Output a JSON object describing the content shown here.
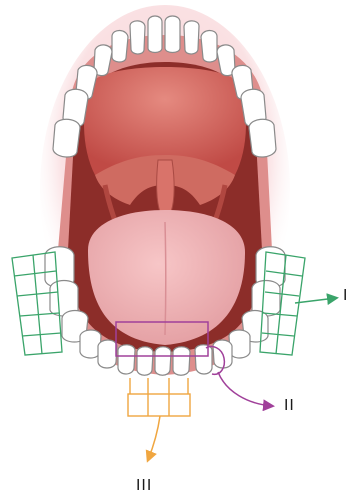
{
  "labels": {
    "region_1": "I",
    "region_2": "II",
    "region_3": "III"
  },
  "colors": {
    "background": "#ffffff",
    "lip_glow": "#f6c9cd",
    "palate": "#c9564f",
    "palate_light": "#e58a80",
    "oral_cavity": "#8c2d29",
    "uvula": "#d9736a",
    "tongue": "#eeb1b4",
    "gum": "#de8e8c",
    "tooth": "#ffffff",
    "tooth_outline": "#8a8a8a",
    "region_1_line": "#3aa46a",
    "region_2_line": "#a0409a",
    "region_3_line": "#f0a640",
    "label_text": "#1a1a1a"
  }
}
